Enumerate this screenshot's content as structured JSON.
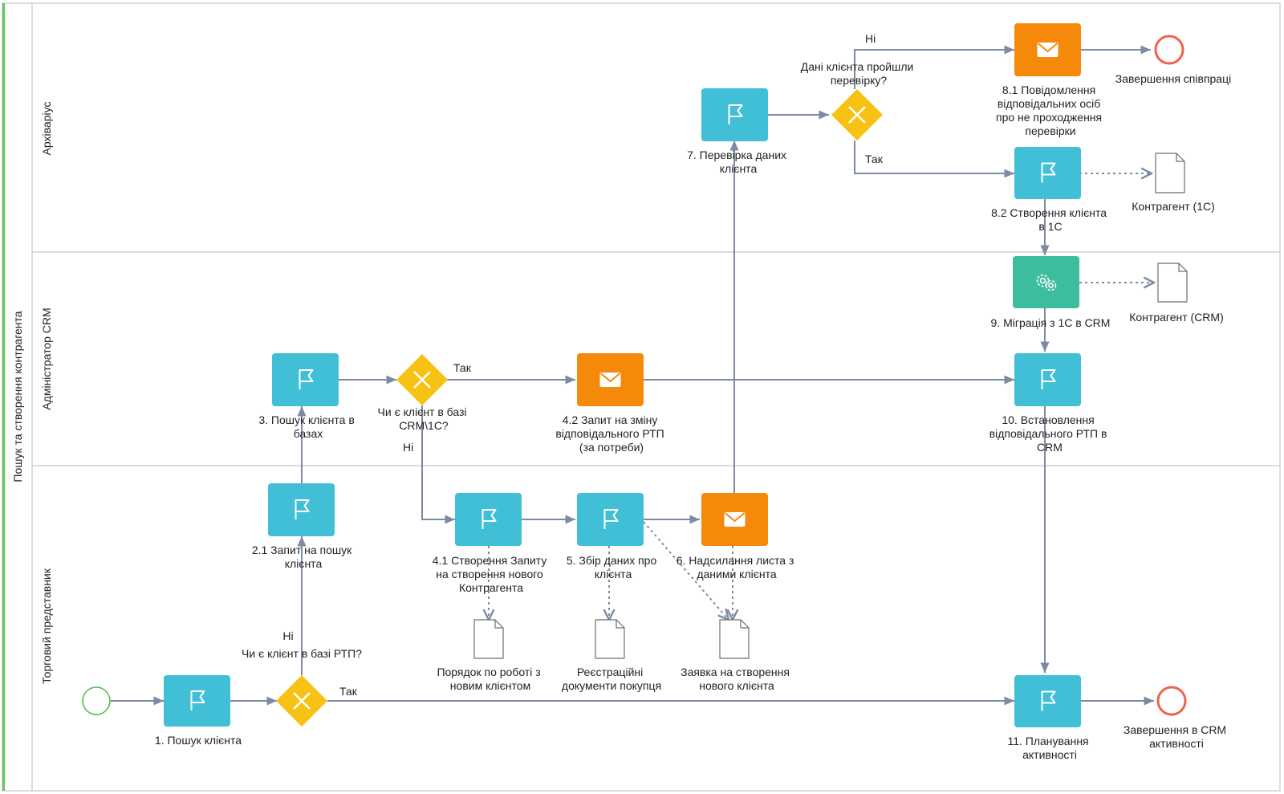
{
  "pool": {
    "label": "Пошук та створення контрагента"
  },
  "lanes": [
    {
      "id": "arch",
      "label": "Архіваріус"
    },
    {
      "id": "admin",
      "label": "Адміністратор CRM"
    },
    {
      "id": "sales",
      "label": "Торговий представник"
    }
  ],
  "colors": {
    "task": "#40bfd6",
    "message": "#f58a0a",
    "service": "#3dbda0",
    "gateway": "#f7c214",
    "start": "#4db848",
    "end": "#f2604a",
    "flow": "#7d8aa3"
  },
  "nodes": {
    "start": {
      "type": "start-event"
    },
    "t1": {
      "type": "task",
      "icon": "flag-icon",
      "label": [
        "1. Пошук клієнта"
      ]
    },
    "g1": {
      "type": "gateway",
      "icon": "x-icon",
      "label": [
        "Чи є клієнт в базі РТП?"
      ],
      "yes": "Так",
      "no": "Ні"
    },
    "t21": {
      "type": "task",
      "icon": "flag-icon",
      "label": [
        "2.1 Запит на пошук",
        "клієнта"
      ]
    },
    "t3": {
      "type": "task",
      "icon": "flag-icon",
      "label": [
        "3. Пошук клієнта в",
        "базах"
      ]
    },
    "g2": {
      "type": "gateway",
      "icon": "x-icon",
      "label": [
        "Чи є клієнт в базі",
        "CRM\\1C?"
      ],
      "yes": "Так",
      "no": "Ні"
    },
    "t42": {
      "type": "message-task",
      "icon": "envelope-icon",
      "label": [
        "4.2 Запит на зміну",
        "відповідального РТП",
        "(за потреби)"
      ]
    },
    "t41": {
      "type": "task",
      "icon": "flag-icon",
      "label": [
        "4.1 Створення Запиту",
        "на створення нового",
        "Контрагента"
      ]
    },
    "t5": {
      "type": "task",
      "icon": "flag-icon",
      "label": [
        "5. Збір даних про",
        "клієнта"
      ]
    },
    "t6": {
      "type": "message-task",
      "icon": "envelope-icon",
      "label": [
        "6. Надсилання листа з",
        "даними клієнта"
      ]
    },
    "t7": {
      "type": "task",
      "icon": "flag-icon",
      "label": [
        "7. Перевірка даних",
        "клієнта"
      ]
    },
    "g3": {
      "type": "gateway",
      "icon": "x-icon",
      "label": [
        "Дані клієнта пройшли",
        "перевірку?"
      ],
      "yes": "Так",
      "no": "Ні"
    },
    "t81": {
      "type": "message-task",
      "icon": "envelope-icon",
      "label": [
        "8.1 Повідомлення",
        "відповідальних осіб",
        "про не проходження",
        "перевірки"
      ]
    },
    "e1": {
      "type": "end-event",
      "label": [
        "Завершення співпраці"
      ]
    },
    "t82": {
      "type": "task",
      "icon": "flag-icon",
      "label": [
        "8.2 Створення клієнта",
        "в 1С"
      ]
    },
    "t9": {
      "type": "service-task",
      "icon": "gear-icon",
      "label": [
        "9. Міграція з 1С в CRM"
      ]
    },
    "t10": {
      "type": "task",
      "icon": "flag-icon",
      "label": [
        "10. Встановлення",
        "відповідального РТП в",
        "CRM"
      ]
    },
    "t11": {
      "type": "task",
      "icon": "flag-icon",
      "label": [
        "11. Планування",
        "активності"
      ]
    },
    "e2": {
      "type": "end-event",
      "label": [
        "Завершення в CRM",
        "активності"
      ]
    }
  },
  "documents": {
    "d_por": {
      "label": [
        "Порядок по роботі з",
        "новим клієнтом"
      ]
    },
    "d_reg": {
      "label": [
        "Реєстраційні",
        "документи покупця"
      ]
    },
    "d_zay": {
      "label": [
        "Заявка на створення",
        "нового клієнта"
      ]
    },
    "d_1c": {
      "label": [
        "Контрагент (1С)"
      ]
    },
    "d_crm": {
      "label": [
        "Контрагент (CRM)"
      ]
    }
  }
}
